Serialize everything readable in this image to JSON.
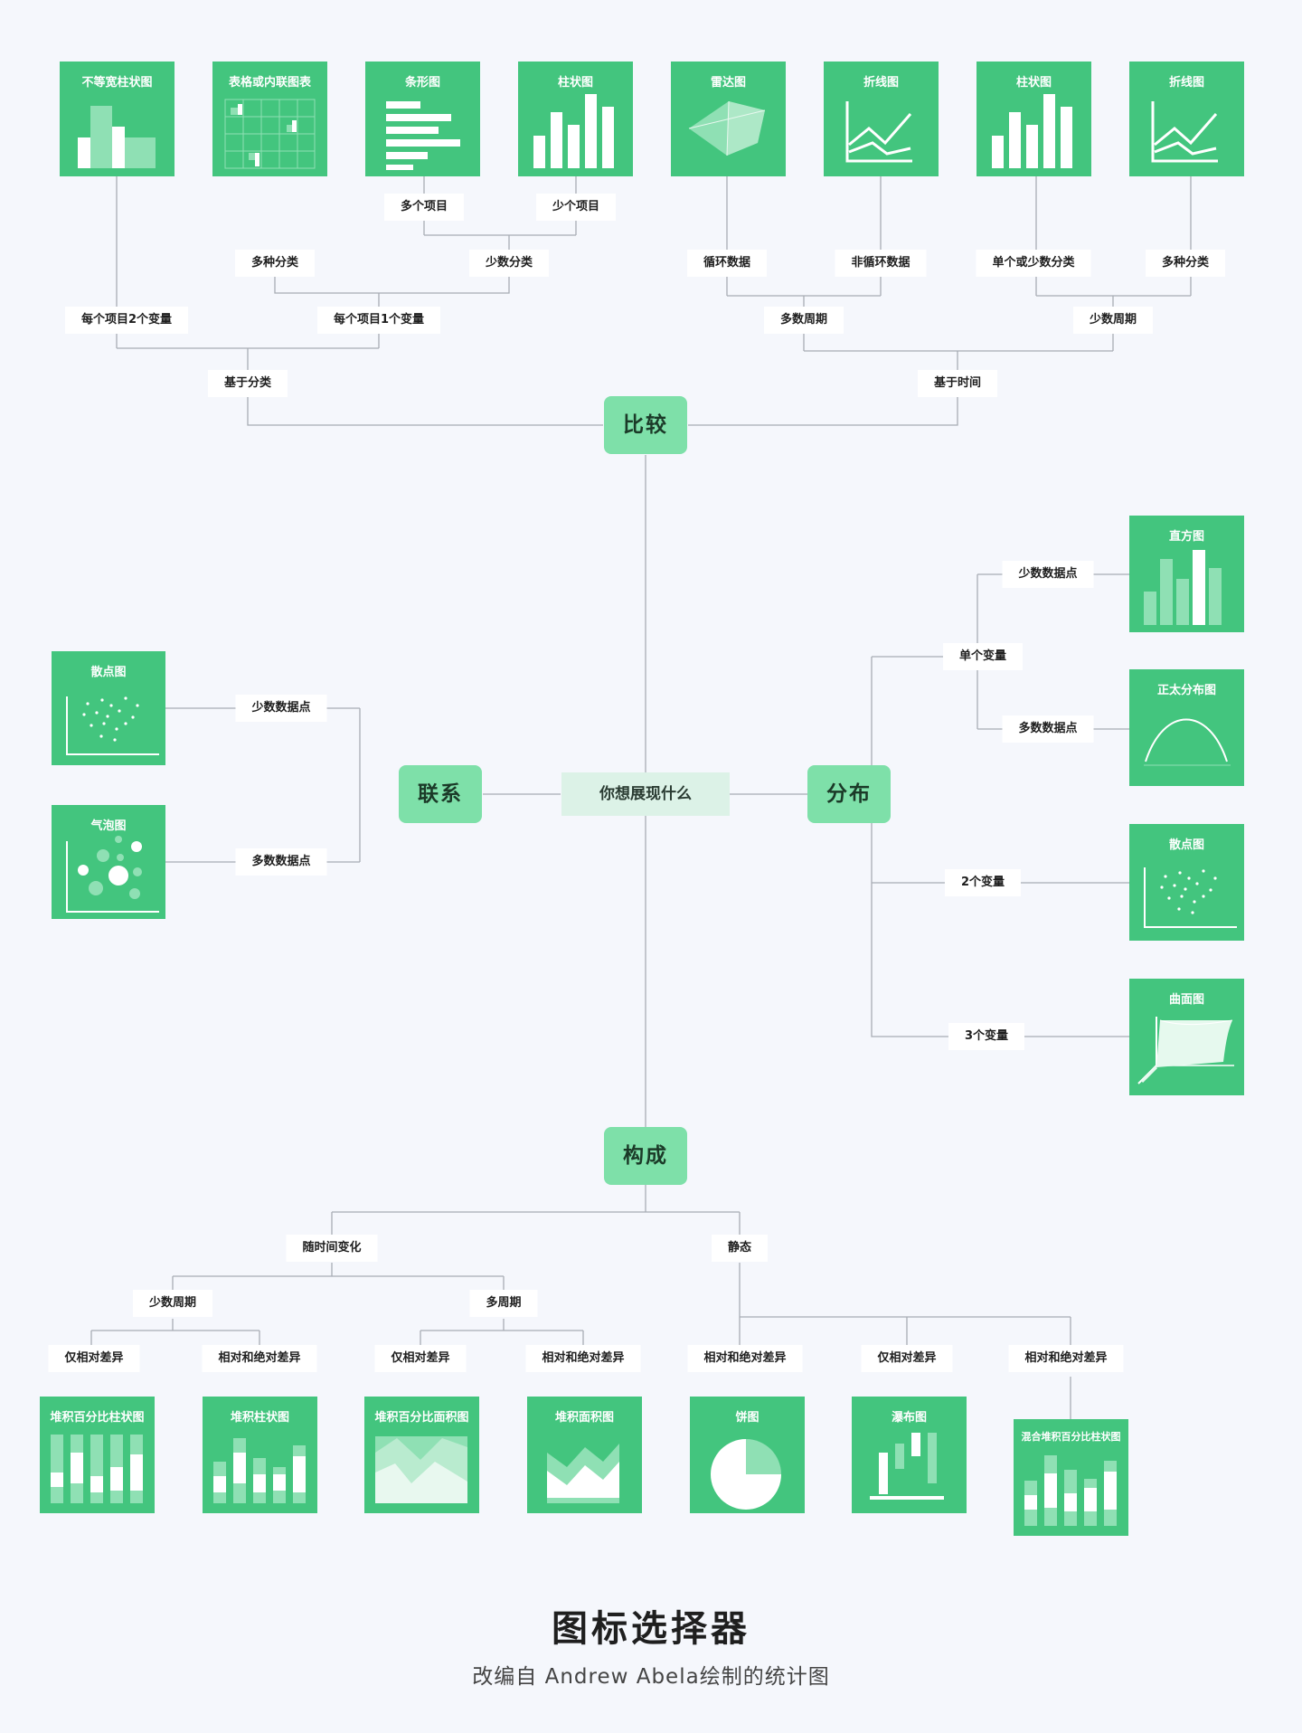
{
  "colors": {
    "card": "#43c57e",
    "card_light": "#8fe0b4",
    "hub": "#7ee0a9",
    "center_bg": "#dcf2e7",
    "line": "#a8adb4",
    "background": "#f5f7fc"
  },
  "center": "你想展现什么",
  "hubs": {
    "compare": "比较",
    "relation": "联系",
    "distribution": "分布",
    "composition": "构成"
  },
  "compare": {
    "by_category": "基于分类",
    "by_time": "基于时间",
    "two_vars": "每个项目2个变量",
    "one_var": "每个项目1个变量",
    "many_categories": "多种分类",
    "few_categories": "少数分类",
    "many_items": "多个项目",
    "few_items": "少个项目",
    "many_periods": "多数周期",
    "few_periods": "少数周期",
    "cyclic": "循环数据",
    "non_cyclic": "非循环数据",
    "single_or_few": "单个或少数分类",
    "many_categories_time": "多种分类",
    "charts": {
      "variable_width": "不等宽柱状图",
      "table": "表格或内联图表",
      "bar": "条形图",
      "column": "柱状图",
      "radar": "雷达图",
      "line": "折线图",
      "column_time": "柱状图",
      "line_time": "折线图"
    }
  },
  "relation": {
    "few_points": "少数数据点",
    "many_points": "多数数据点",
    "charts": {
      "scatter": "散点图",
      "bubble": "气泡图"
    }
  },
  "distribution": {
    "single_var": "单个变量",
    "few_points": "少数数据点",
    "many_points": "多数数据点",
    "two_vars": "2个变量",
    "three_vars": "3个变量",
    "charts": {
      "histogram": "直方图",
      "normal": "正太分布图",
      "scatter": "散点图",
      "surface": "曲面图"
    }
  },
  "composition": {
    "over_time": "随时间变化",
    "static": "静态",
    "few_periods": "少数周期",
    "many_periods": "多周期",
    "rel_only_1": "仅相对差异",
    "rel_abs_1": "相对和绝对差异",
    "rel_only_2": "仅相对差异",
    "rel_abs_2": "相对和绝对差异",
    "rel_abs_3": "相对和绝对差异",
    "rel_only_3": "仅相对差异",
    "rel_abs_4": "相对和绝对差异",
    "charts": {
      "stacked_pct_column": "堆积百分比柱状图",
      "stacked_column": "堆积柱状图",
      "stacked_pct_area": "堆积百分比面积图",
      "stacked_area": "堆积面积图",
      "pie": "饼图",
      "waterfall": "瀑布图",
      "mixed_stacked_pct": "混合堆积百分比柱状图"
    }
  },
  "footer": {
    "title": "图标选择器",
    "subtitle": "改编自 Andrew Abela绘制的统计图"
  }
}
